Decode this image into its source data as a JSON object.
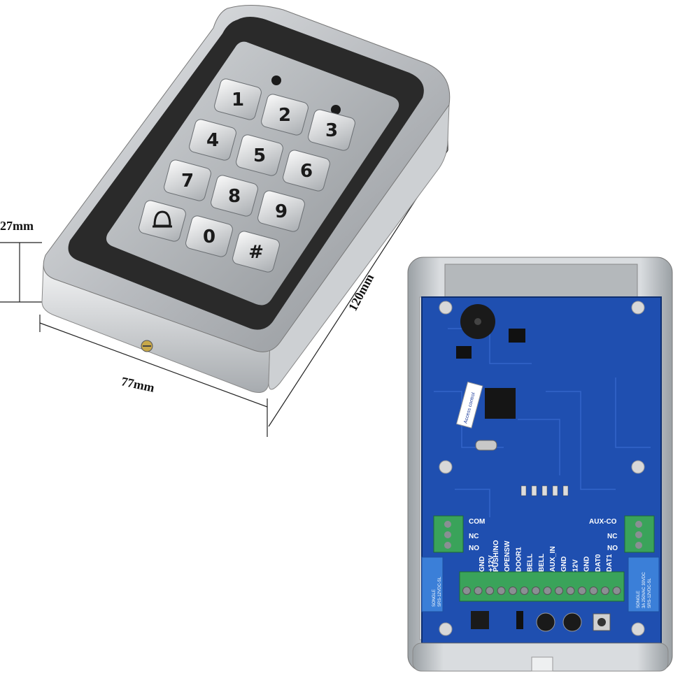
{
  "dimensions": {
    "height": "27mm",
    "width": "77mm",
    "depth": "120mm"
  },
  "keypad": {
    "keys": [
      "1",
      "2",
      "3",
      "4",
      "5",
      "6",
      "7",
      "8",
      "9",
      "bell",
      "0",
      "#"
    ],
    "bell_icon": "bell-icon"
  },
  "board": {
    "terminal_labels": [
      "PUSH/NO",
      "OPENSW",
      "DOOR1",
      "BELL",
      "BELL",
      "AUX_IN",
      "GND",
      "12V",
      "GND",
      "DAT0",
      "DAT1"
    ],
    "left_relay_labels": [
      "COM",
      "NC",
      "NO"
    ],
    "right_relay_labels": [
      "AUX-CO",
      "NC",
      "NO"
    ],
    "power_labels": [
      "GND",
      "+12V"
    ],
    "relay_brand": "SONGLE",
    "relay_model": "SRS-12VDC-SL",
    "relay_rating": "3A 250VAC 30VDC",
    "sticker_text": "Access control"
  },
  "colors": {
    "pcb": "#1f4fb0",
    "terminal": "#3aa35a",
    "metal": "#c9ccd0",
    "frame": "#2a2a2a",
    "relay": "#3b7fd8"
  }
}
